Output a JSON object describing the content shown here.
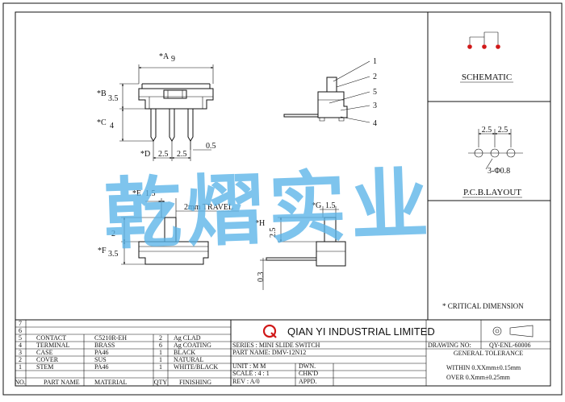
{
  "dims": {
    "a_label": "*A",
    "a_value": "9",
    "b_label": "*B",
    "b_value": "3.5",
    "c_label": "*C",
    "c_value": "4",
    "d_label": "*D",
    "d_value1": "2.5",
    "d_value2": "2.5",
    "d_value3": "0.5",
    "e_label": "*E",
    "e_value": "1.5",
    "travel": "2mm TRAVEL",
    "f_label": "*F",
    "f_value1": "2",
    "f_value2": "3.5",
    "g_label": "*G",
    "g_value": "1.5",
    "h_label": "*H",
    "h_value": "2.5",
    "side_thk": "0.3"
  },
  "callouts": [
    "1",
    "2",
    "5",
    "3",
    "4"
  ],
  "schematic": {
    "title": "SCHEMATIC"
  },
  "pcb": {
    "title": "P.C.B.LAYOUT",
    "pitch1": "2.5",
    "pitch2": "2.5",
    "hole": "3-Φ0.8"
  },
  "critical_note": "* CRITICAL DIMENSION",
  "watermark": "乾熠实业",
  "bom": {
    "rows": [
      {
        "no": "7",
        "part": "",
        "material": "",
        "qty": "",
        "finish": ""
      },
      {
        "no": "6",
        "part": "",
        "material": "",
        "qty": "",
        "finish": ""
      },
      {
        "no": "5",
        "part": "CONTACT",
        "material": "C5210R-EH",
        "qty": "2",
        "finish": "Ag CLAD"
      },
      {
        "no": "4",
        "part": "TERMINAL",
        "material": "BRASS",
        "qty": "6",
        "finish": "Ag COATING"
      },
      {
        "no": "3",
        "part": "CASE",
        "material": "PA46",
        "qty": "1",
        "finish": "BLACK"
      },
      {
        "no": "2",
        "part": "COVER",
        "material": "SUS",
        "qty": "1",
        "finish": "NATURAL"
      },
      {
        "no": "1",
        "part": "STEM",
        "material": "PA46",
        "qty": "1",
        "finish": "WHITE/BLACK"
      }
    ],
    "header": {
      "no": "NO.",
      "part": "PART NAME",
      "material": "MATERIAL",
      "qty": "QTY",
      "finish": "FINISHING"
    }
  },
  "title_block": {
    "company": "QIAN YI INDUSTRIAL LIMITED",
    "series": "SERIES : MINI SLIDE SWITCH",
    "part_name": "PART NAME: DMV-12N12",
    "unit": "UNIT : M M",
    "dwn": "DWN.",
    "scale": "SCALE : 4 : 1",
    "chkd": "CHK'D",
    "rev": "REV  : A/0",
    "appd": "APPD.",
    "drawing_no_label": "DRAWING NO:",
    "drawing_no": "QY-ENL-60006",
    "tolerance_title": "GENERAL TOLERANCE",
    "tol_within": "WITHIN 0.XXmm±0.15mm",
    "tol_over": "OVER   0.Xmm±0.25mm"
  }
}
